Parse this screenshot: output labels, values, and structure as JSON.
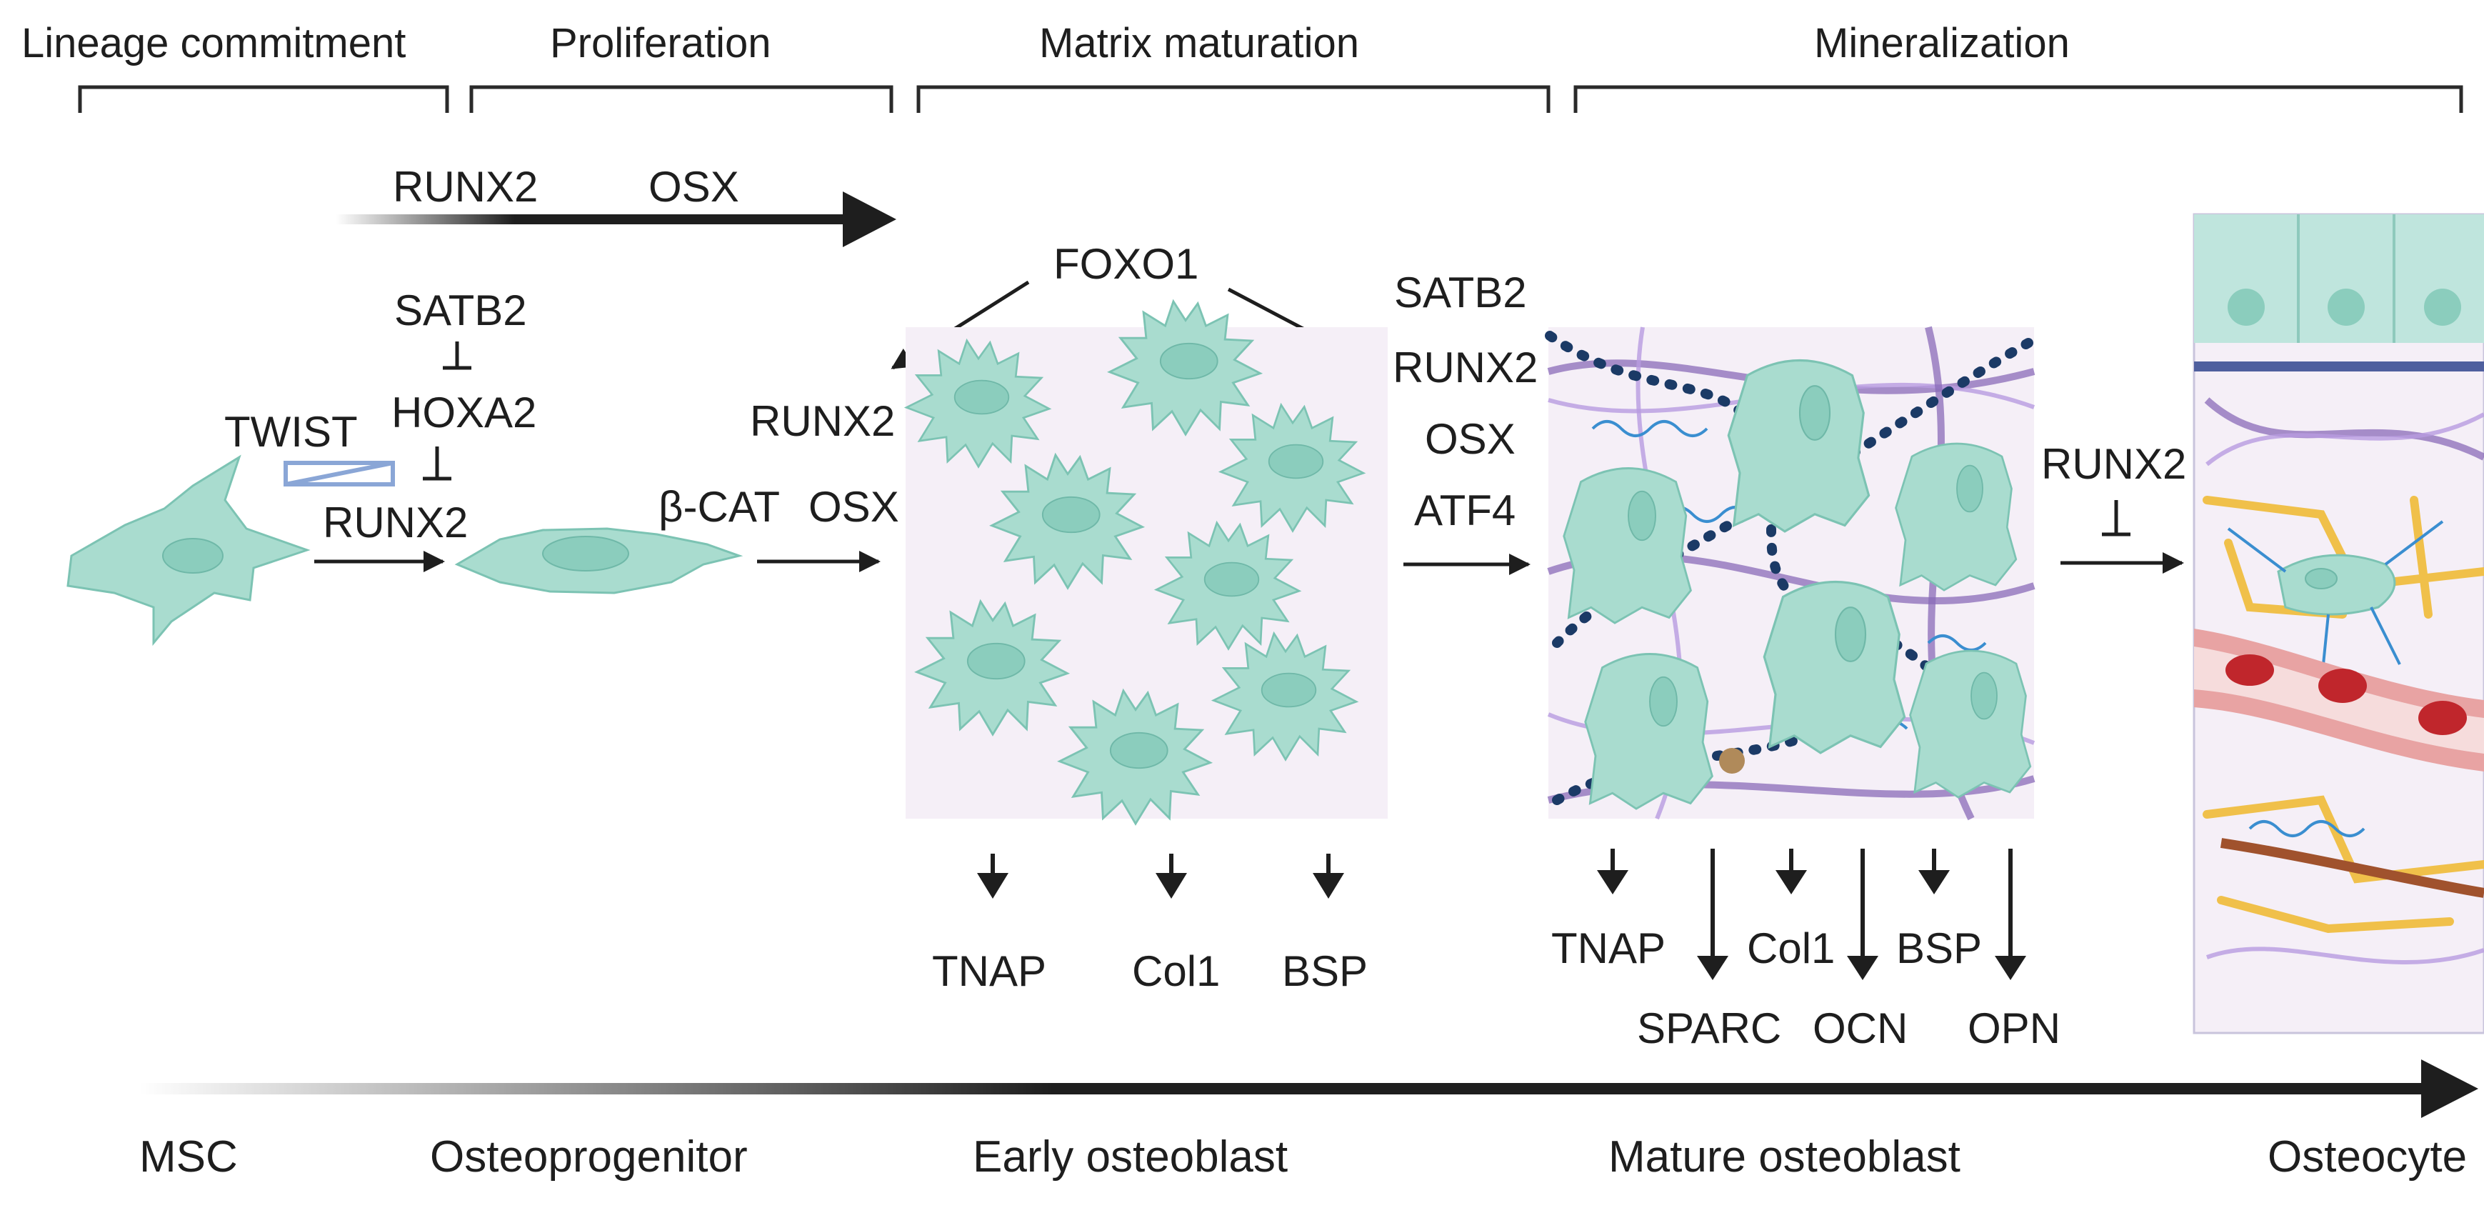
{
  "stages": {
    "lineage": "Lineage commitment",
    "proliferation": "Proliferation",
    "matrix": "Matrix maturation",
    "mineralization": "Mineralization"
  },
  "top_arrow": {
    "a": "RUNX2",
    "b": "OSX"
  },
  "regulation": {
    "satb2": "SATB2",
    "hoxa2": "HOXA2",
    "twist": "TWIST",
    "runx2_a": "RUNX2",
    "runx2_b": "RUNX2",
    "bcat": "β-CAT",
    "osx_a": "OSX",
    "foxo1": "FOXO1",
    "satb2_b": "SATB2",
    "runx2_c": "RUNX2",
    "osx_b": "OSX",
    "atf4": "ATF4",
    "runx2_d": "RUNX2"
  },
  "early_markers": {
    "tnap": "TNAP",
    "col1": "Col1",
    "bsp": "BSP"
  },
  "mature_markers": {
    "tnap": "TNAP",
    "col1": "Col1",
    "bsp": "BSP",
    "sparc": "SPARC",
    "ocn": "OCN",
    "opn": "OPN"
  },
  "cells": {
    "msc": "MSC",
    "osteoprogenitor": "Osteoprogenitor",
    "early": "Early osteoblast",
    "mature": "Mature osteoblast",
    "osteocyte": "Osteocyte"
  },
  "colors": {
    "cell_fill": "#a9dccf",
    "panel_bg": "#f5eff7",
    "inhibit_box": "#8aa6d6",
    "collagen": "#8a6bb8",
    "blood": "#c0262c"
  },
  "icons": [
    "msc-cell-icon",
    "osteoprogenitor-cell-icon",
    "early-osteoblast-panel",
    "mature-osteoblast-panel",
    "osteocyte-panel"
  ]
}
